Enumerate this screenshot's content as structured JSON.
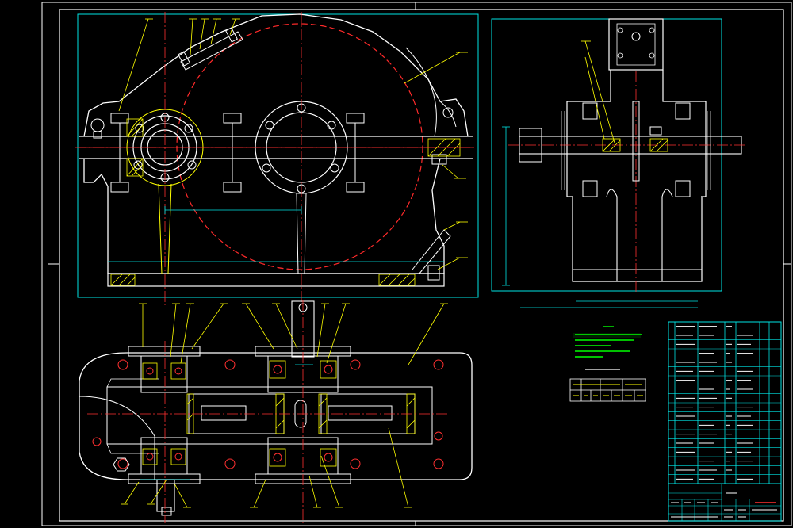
{
  "drawing": {
    "background": "#000000",
    "colors": {
      "frame": "#ffffff",
      "part": "#ffffff",
      "center": "#ff3030",
      "dim": "#00e5e5",
      "leader": "#ffff00",
      "hatch": "#ffff00",
      "gear_circle": "#ff2a2a",
      "note_text": "#00ff00"
    },
    "views": [
      {
        "name": "front-view"
      },
      {
        "name": "side-view"
      },
      {
        "name": "top-view"
      }
    ],
    "icons": [
      "bolt-icon",
      "bearing-icon",
      "gear-icon",
      "dipstick-icon",
      "eyebolt-icon"
    ]
  },
  "title_block": {
    "lines": 18
  }
}
